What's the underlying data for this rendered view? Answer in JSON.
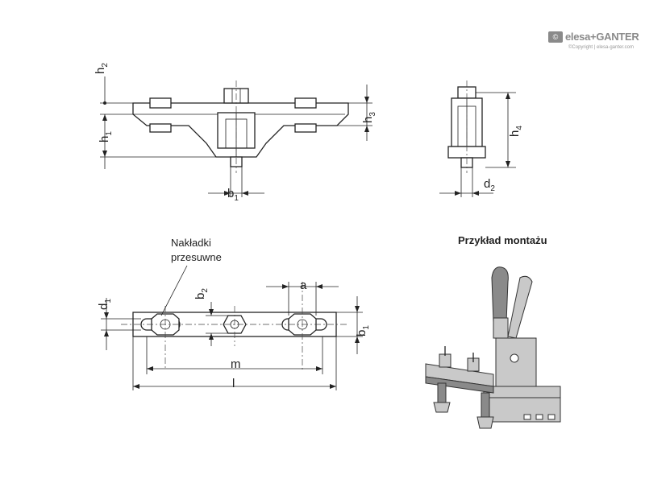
{
  "brand": {
    "name": "elesa+GANTER",
    "copyright": "©Copyright | elesa-ganter.com"
  },
  "labels": {
    "h2": "h2",
    "h1_top": "h1",
    "h3": "h3",
    "h4": "h4",
    "b1_top": "b1",
    "d2": "d2",
    "d1": "d1",
    "b2": "b2",
    "a": "a",
    "b1_bottom": "b1",
    "m": "m",
    "l": "l"
  },
  "note": {
    "line1": "Nakładki",
    "line2": "przesuwne"
  },
  "mounting_title": "Przykład montażu"
}
